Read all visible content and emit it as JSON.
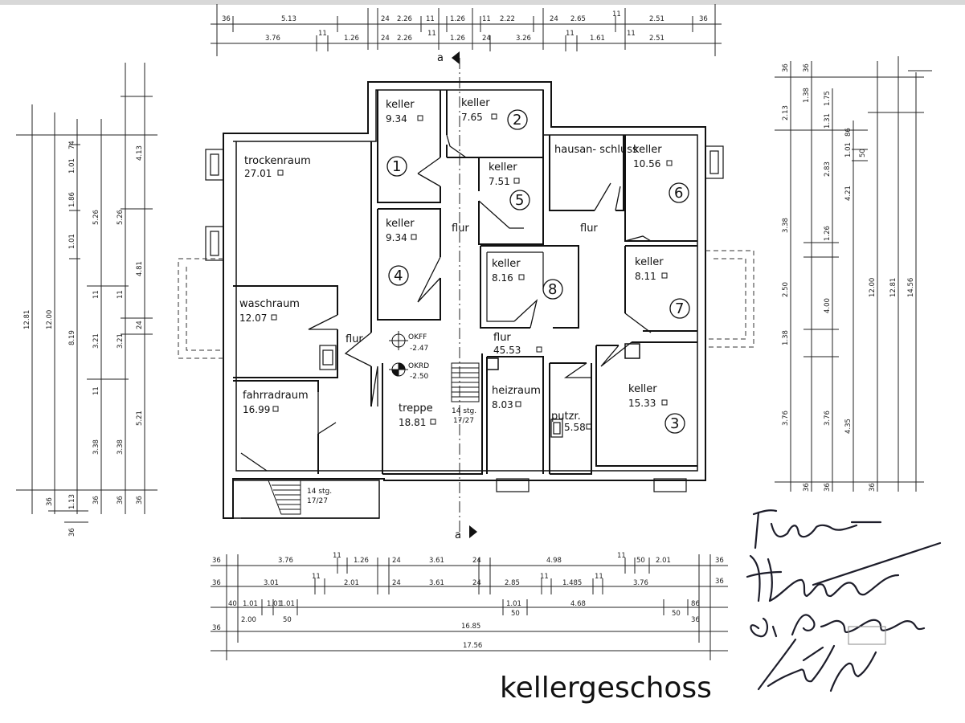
{
  "title": "kellergeschoss",
  "section_marker": "a",
  "rooms": [
    {
      "id": "trockenraum",
      "name": "trockenraum",
      "area": "27.01"
    },
    {
      "id": "keller-1",
      "name": "keller",
      "area": "9.34",
      "number": "1"
    },
    {
      "id": "keller-2",
      "name": "keller",
      "area": "7.65",
      "number": "2"
    },
    {
      "id": "keller-5",
      "name": "keller",
      "area": "7.51",
      "number": "5"
    },
    {
      "id": "hausanschluss",
      "name": "hausan- schluss",
      "area": ""
    },
    {
      "id": "keller-6",
      "name": "keller",
      "area": "10.56",
      "number": "6"
    },
    {
      "id": "keller-4",
      "name": "keller",
      "area": "9.34",
      "number": "4"
    },
    {
      "id": "keller-8",
      "name": "keller",
      "area": "8.16",
      "number": "8"
    },
    {
      "id": "keller-7",
      "name": "keller",
      "area": "8.11",
      "number": "7"
    },
    {
      "id": "waschraum",
      "name": "waschraum",
      "area": "12.07"
    },
    {
      "id": "fahrradraum",
      "name": "fahrradraum",
      "area": "16.99"
    },
    {
      "id": "treppe",
      "name": "treppe",
      "area": "18.81"
    },
    {
      "id": "heizraum",
      "name": "heizraum",
      "area": "8.03"
    },
    {
      "id": "putzr",
      "name": "putzr.",
      "area": "5.58"
    },
    {
      "id": "keller-3",
      "name": "keller",
      "area": "15.33",
      "number": "3"
    },
    {
      "id": "flur-main",
      "name": "flur",
      "area": "45.53"
    }
  ],
  "flur_labels": [
    "flur",
    "flur",
    "flur"
  ],
  "levels": {
    "okff": "OKFF",
    "okff_val": "-2.47",
    "okrd": "OKRD",
    "okrd_val": "-2.50"
  },
  "stairs": [
    {
      "count": "14 stg.",
      "ratio": "17/27"
    },
    {
      "count": "14 stg.",
      "ratio": "17/27"
    }
  ],
  "dims_top_row1": [
    "36",
    "5.13",
    "24",
    "2.26",
    "11",
    "1.26",
    "11",
    "2.22",
    "24",
    "2.65",
    "11",
    "2.51",
    "36"
  ],
  "dims_top_row2": [
    "3.76",
    "11",
    "1.26",
    "24",
    "2.26",
    "11",
    "1.26",
    "24",
    "3.26",
    "11",
    "1.61",
    "11",
    "2.51"
  ],
  "dims_bottom_row1": [
    "36",
    "3.76",
    "11",
    "1.26",
    "24",
    "3.61",
    "24",
    "4.98",
    "11",
    "50",
    "2.01",
    "36"
  ],
  "dims_bottom_row2": [
    "36",
    "3.01",
    "11",
    "2.01",
    "24",
    "3.61",
    "24",
    "2.85",
    "11",
    "1.485",
    "11",
    "3.76",
    "36"
  ],
  "dims_bottom_row3": [
    "40",
    "1.01",
    "1.01",
    "1.01",
    "4.68",
    "1.01",
    "86"
  ],
  "dims_bottom_row3b": [
    "2.00",
    "50",
    "50",
    "50"
  ],
  "dims_bottom_total1": "16.85",
  "dims_bottom_total2": "17.56",
  "dims_bottom_36": [
    "36",
    "36"
  ],
  "dims_left": [
    "12.81",
    "12.00",
    "8.19",
    "1.01",
    "1.86",
    "1.01",
    "5.26",
    "5.26",
    "4.13",
    "4.81",
    "3.21",
    "3.21",
    "5.21",
    "3.38",
    "3.38",
    "1.13",
    "36",
    "36",
    "36",
    "36",
    "36",
    "24",
    "11",
    "11",
    "11",
    "74"
  ],
  "dims_right": [
    "2.13",
    "1.38",
    "3.38",
    "2.50",
    "1.38",
    "3.76",
    "2.83",
    "1.26",
    "4.00",
    "3.76",
    "4.21",
    "4.35",
    "12.00",
    "12.81",
    "14.56",
    "36",
    "36",
    "36",
    "36",
    "36",
    "1.75",
    "1.01",
    "1.31",
    "86",
    "50"
  ],
  "signatures": [
    "signature-1",
    "signature-2",
    "signature-3",
    "signature-4"
  ]
}
